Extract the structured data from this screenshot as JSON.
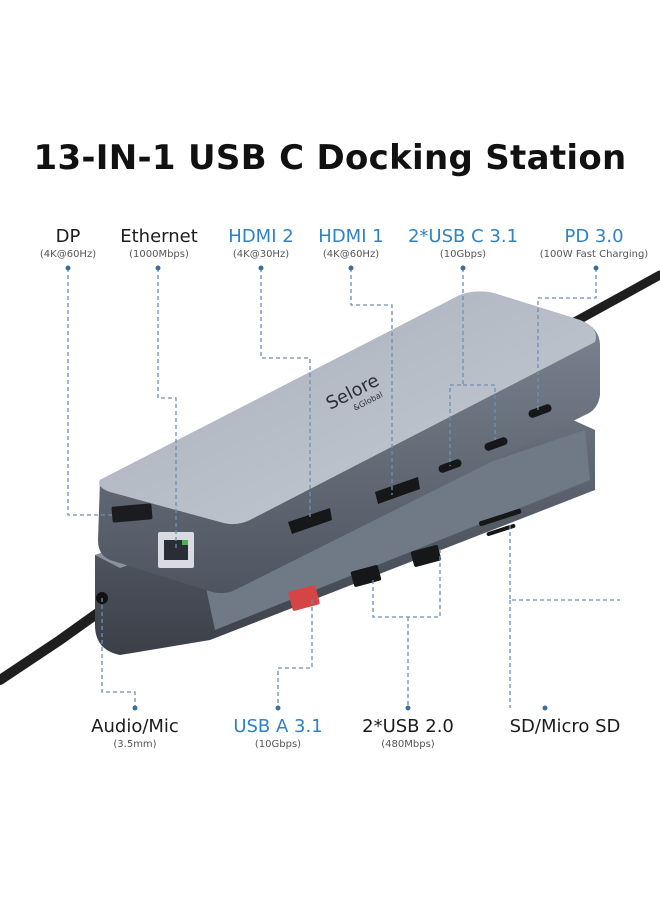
{
  "title": "13-IN-1 USB C Docking Station",
  "colors": {
    "accent_blue": "#2f82c4",
    "text_dark": "#1c1c1c",
    "device_gray": "#8f98a6",
    "cable": "#222222",
    "leader_line": "#6d8fb3"
  },
  "brand": {
    "name": "Selore",
    "sub": "&Global"
  },
  "top_labels": [
    {
      "name": "DP",
      "spec": "(4K@60Hz)",
      "highlight": false
    },
    {
      "name": "Ethernet",
      "spec": "(1000Mbps)",
      "highlight": false
    },
    {
      "name": "HDMI 2",
      "spec": "(4K@30Hz)",
      "highlight": true
    },
    {
      "name": "HDMI 1",
      "spec": "(4K@60Hz)",
      "highlight": true
    },
    {
      "name": "2*USB C 3.1",
      "spec": "(10Gbps)",
      "highlight": true
    },
    {
      "name": "PD 3.0",
      "spec": "(100W Fast Charging)",
      "highlight": true
    }
  ],
  "bottom_labels": [
    {
      "name": "Audio/Mic",
      "spec": "(3.5mm)",
      "highlight": false
    },
    {
      "name": "USB A 3.1",
      "spec": "(10Gbps)",
      "highlight": true
    },
    {
      "name": "2*USB 2.0",
      "spec": "(480Mbps)",
      "highlight": false
    },
    {
      "name": "SD/Micro SD",
      "spec": "",
      "highlight": false
    }
  ]
}
